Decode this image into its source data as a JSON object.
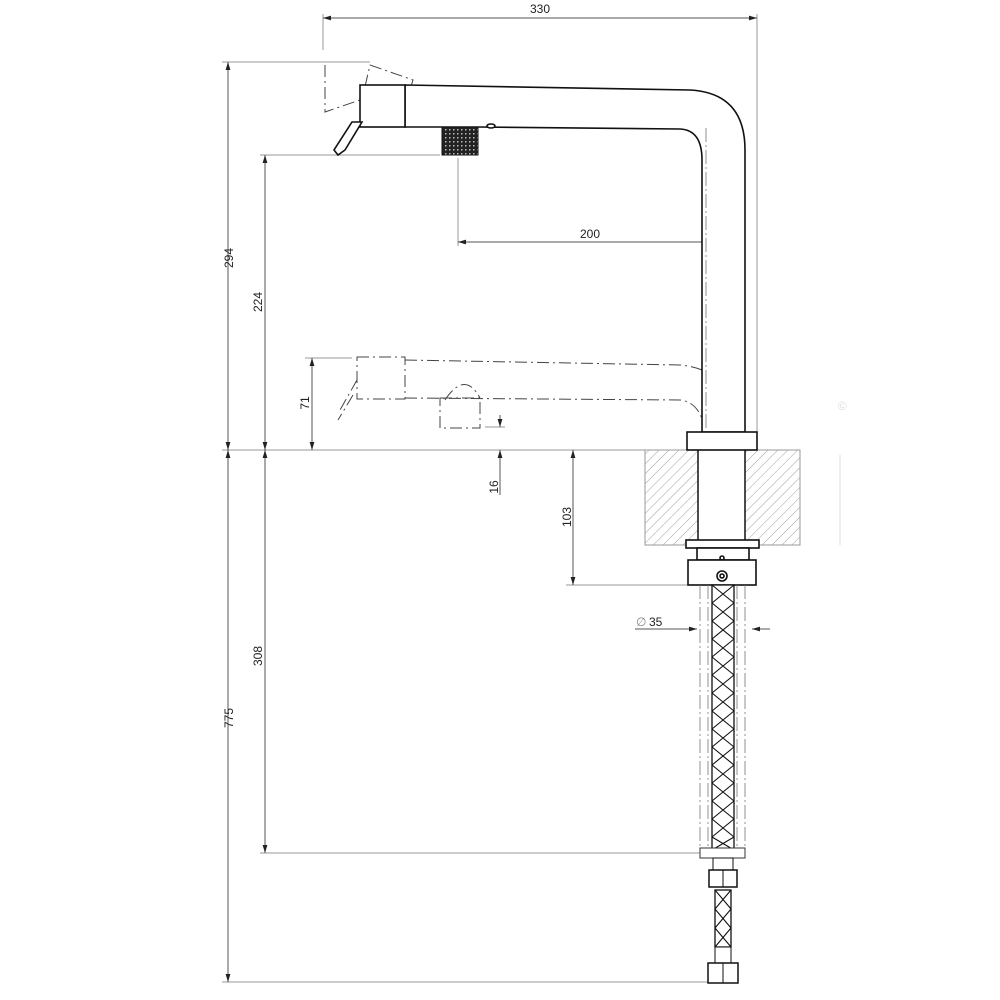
{
  "drawing": {
    "dimensions": {
      "overall_reach": "330",
      "total_height_above_deck": "294",
      "outlet_height": "224",
      "spout_projection": "200",
      "lowered_height": "71",
      "lowered_offset": "16",
      "max_deck_thickness": "103",
      "under_deck_length": "308",
      "hose_length": "775",
      "hole_diameter": "35",
      "diameter_symbol": "∅"
    },
    "watermark": "©",
    "colors": {
      "line": "#111111",
      "dimension": "#555555",
      "hatch": "#9a9a9a"
    }
  }
}
